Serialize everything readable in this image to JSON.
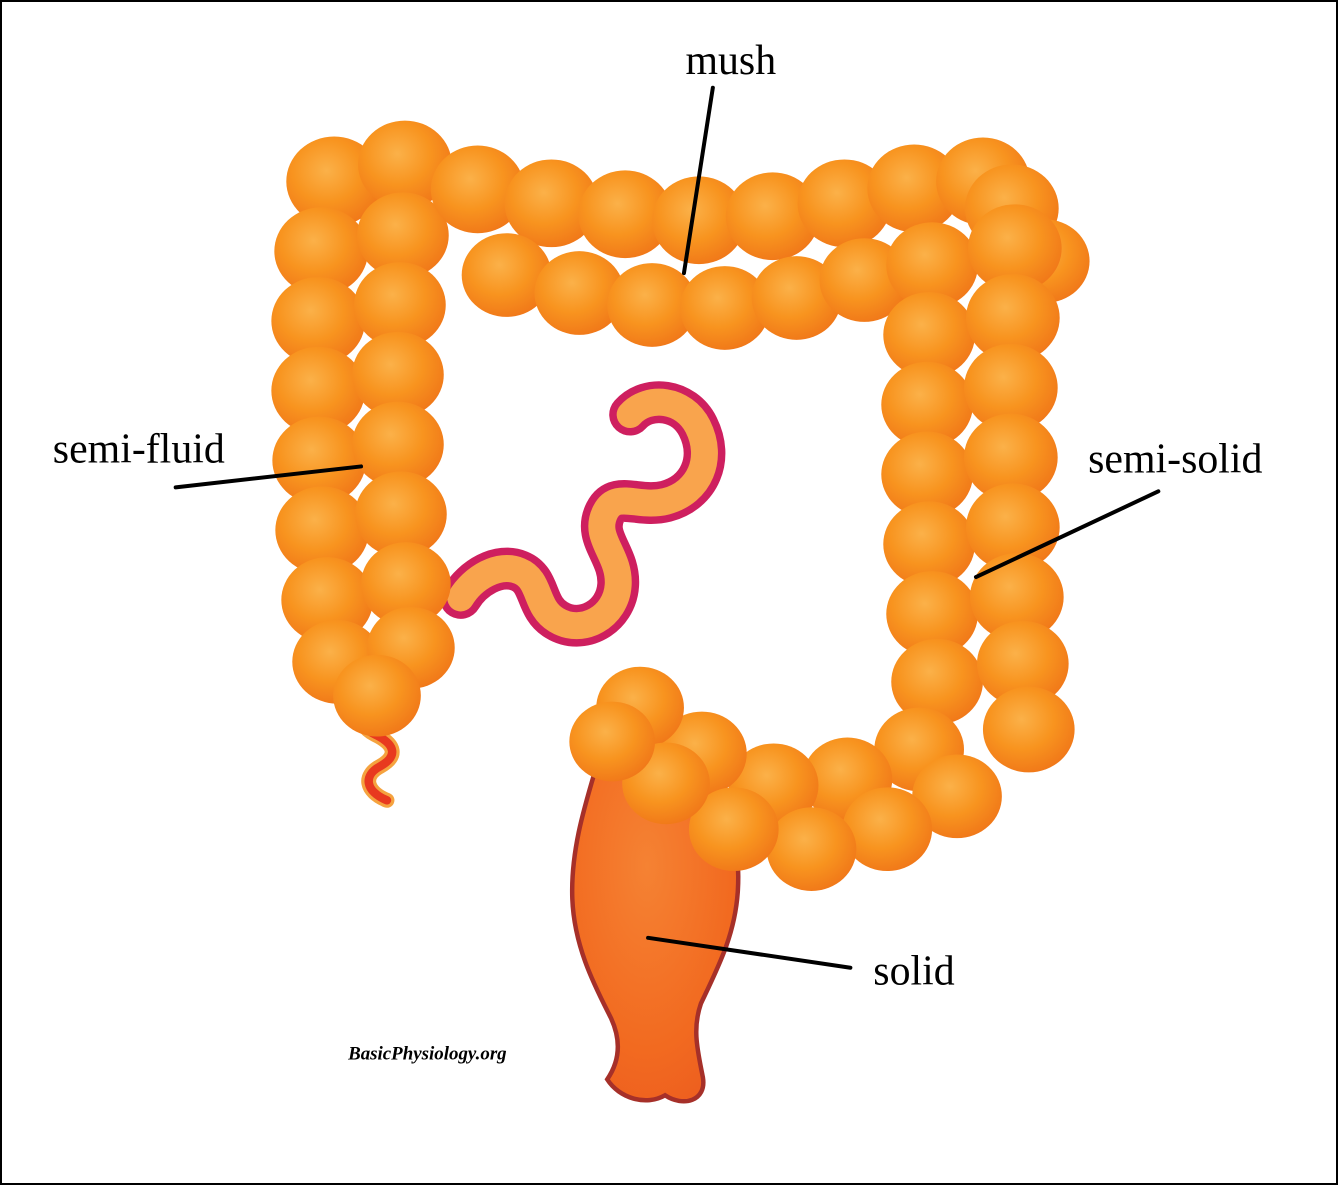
{
  "diagram": {
    "labels": {
      "mush": "mush",
      "semi_fluid": "semi-fluid",
      "semi_solid": "semi-solid",
      "solid": "solid"
    },
    "watermark": "BasicPhysiology.org",
    "colors": {
      "colon_highlight": "#FBB149",
      "colon_base": "#F8941F",
      "colon_shadow": "#ED6B16",
      "small_intestine_fill": "#F9A44D",
      "small_intestine_outline": "#CE1F5F",
      "rectum_fill": "#F26A20",
      "rectum_outline": "#A63029",
      "appendix_fill": "#E8391F",
      "appendix_outline": "#F5A33F",
      "label_text": "#000000"
    }
  }
}
